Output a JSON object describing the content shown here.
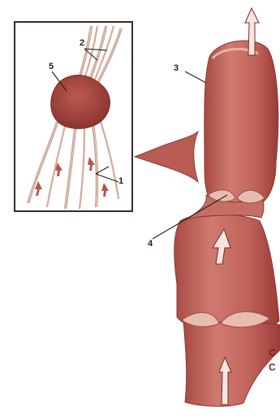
{
  "labels": {
    "l1": "1",
    "l2": "2",
    "l3": "3",
    "l4": "4",
    "l5": "5"
  },
  "caption": {
    "line1": "C",
    "line2": "C"
  },
  "colors": {
    "vessel_fill": "#c2645c",
    "vessel_dark": "#9e3f38",
    "vessel_light": "#e6b3a6",
    "node_fill": "#a8473f",
    "fiber": "#d7b3a4",
    "caption": "#8b1a1a"
  }
}
